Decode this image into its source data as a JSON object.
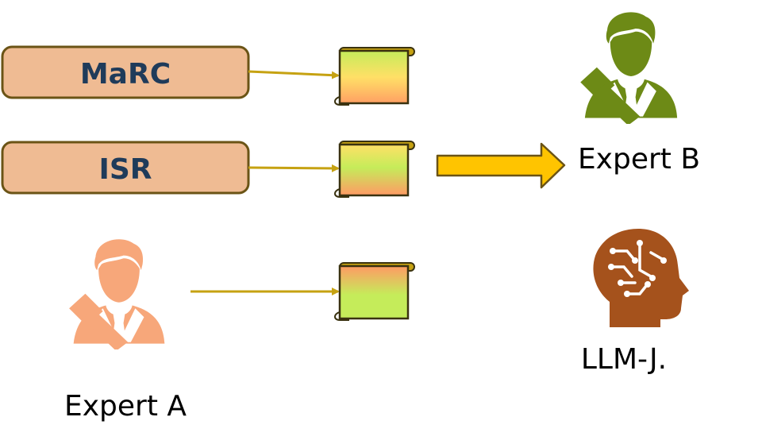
{
  "methods": [
    {
      "label": "MaRC"
    },
    {
      "label": "ISR"
    }
  ],
  "experts": {
    "a": {
      "label": "Expert A",
      "icon": "judge-icon",
      "color": "#f7a77a"
    },
    "b": {
      "label": "Expert B",
      "icon": "judge-icon",
      "color": "#6d8a16"
    }
  },
  "llm": {
    "label": "LLM-J.",
    "icon": "ai-brain-head-icon",
    "color": "#a5521c"
  },
  "colors": {
    "method_box_fill": "#efbb93",
    "method_box_border": "#6b5416",
    "connector": "#c6a212",
    "big_arrow": "#ffc400",
    "scroll_border": "#3a3210"
  }
}
